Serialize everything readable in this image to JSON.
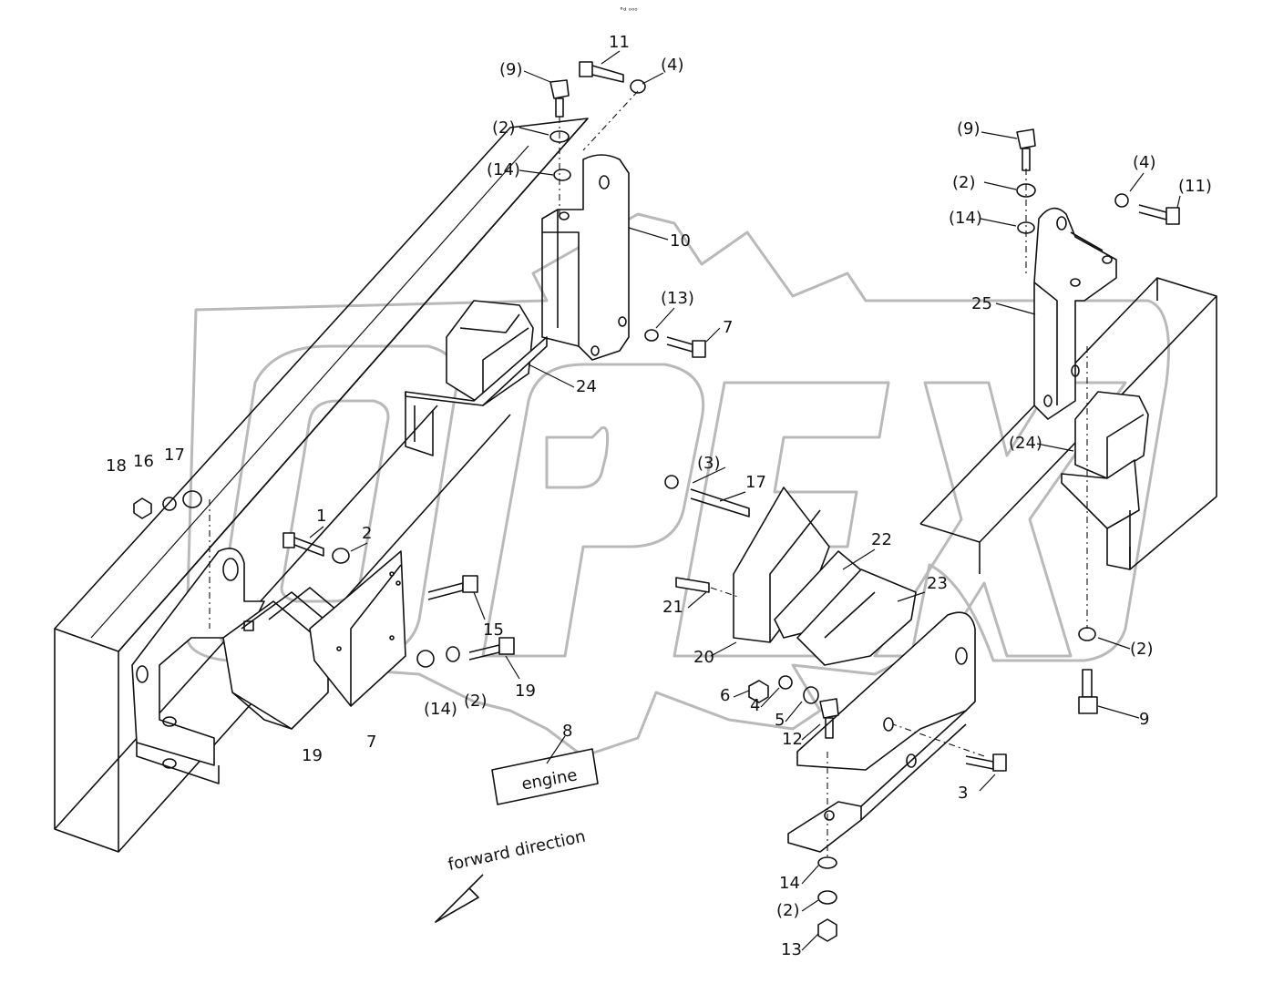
{
  "watermark": "OPEX",
  "header_mark": "°ᵈ ᵒᵒᵒ",
  "engine_box": "engine",
  "direction_text": "forward direction",
  "callouts": [
    {
      "id": "c9a",
      "text": "(9)"
    },
    {
      "id": "c11a",
      "text": "11"
    },
    {
      "id": "c4a",
      "text": "(4)"
    },
    {
      "id": "c2a",
      "text": "(2)"
    },
    {
      "id": "c14a",
      "text": "(14)"
    },
    {
      "id": "c10",
      "text": "10"
    },
    {
      "id": "c13a",
      "text": "(13)"
    },
    {
      "id": "c7a",
      "text": "7"
    },
    {
      "id": "c24a",
      "text": "24"
    },
    {
      "id": "c18",
      "text": "18"
    },
    {
      "id": "c16",
      "text": "16"
    },
    {
      "id": "c17a",
      "text": "17"
    },
    {
      "id": "c1",
      "text": "1"
    },
    {
      "id": "c2b",
      "text": "2"
    },
    {
      "id": "c15",
      "text": "15"
    },
    {
      "id": "c14b",
      "text": "(14)"
    },
    {
      "id": "c2c",
      "text": "(2)"
    },
    {
      "id": "c19a",
      "text": "19"
    },
    {
      "id": "c19b",
      "text": "19"
    },
    {
      "id": "c7b",
      "text": "7"
    },
    {
      "id": "c8",
      "text": "8"
    },
    {
      "id": "c9b",
      "text": "(9)"
    },
    {
      "id": "c4b",
      "text": "(4)"
    },
    {
      "id": "c11b",
      "text": "(11)"
    },
    {
      "id": "c2d",
      "text": "(2)"
    },
    {
      "id": "c14c",
      "text": "(14)"
    },
    {
      "id": "c25",
      "text": "25"
    },
    {
      "id": "c24b",
      "text": "(24)"
    },
    {
      "id": "c3a",
      "text": "(3)"
    },
    {
      "id": "c17b",
      "text": "17"
    },
    {
      "id": "c22",
      "text": "22"
    },
    {
      "id": "c23",
      "text": "23"
    },
    {
      "id": "c21",
      "text": "21"
    },
    {
      "id": "c20",
      "text": "20"
    },
    {
      "id": "c6",
      "text": "6"
    },
    {
      "id": "c4c",
      "text": "4"
    },
    {
      "id": "c5",
      "text": "5"
    },
    {
      "id": "c12",
      "text": "12"
    },
    {
      "id": "c2e",
      "text": "(2)"
    },
    {
      "id": "c9c",
      "text": "9"
    },
    {
      "id": "c3b",
      "text": "3"
    },
    {
      "id": "c14d",
      "text": "14"
    },
    {
      "id": "c2f",
      "text": "(2)"
    },
    {
      "id": "c13b",
      "text": "13"
    }
  ]
}
